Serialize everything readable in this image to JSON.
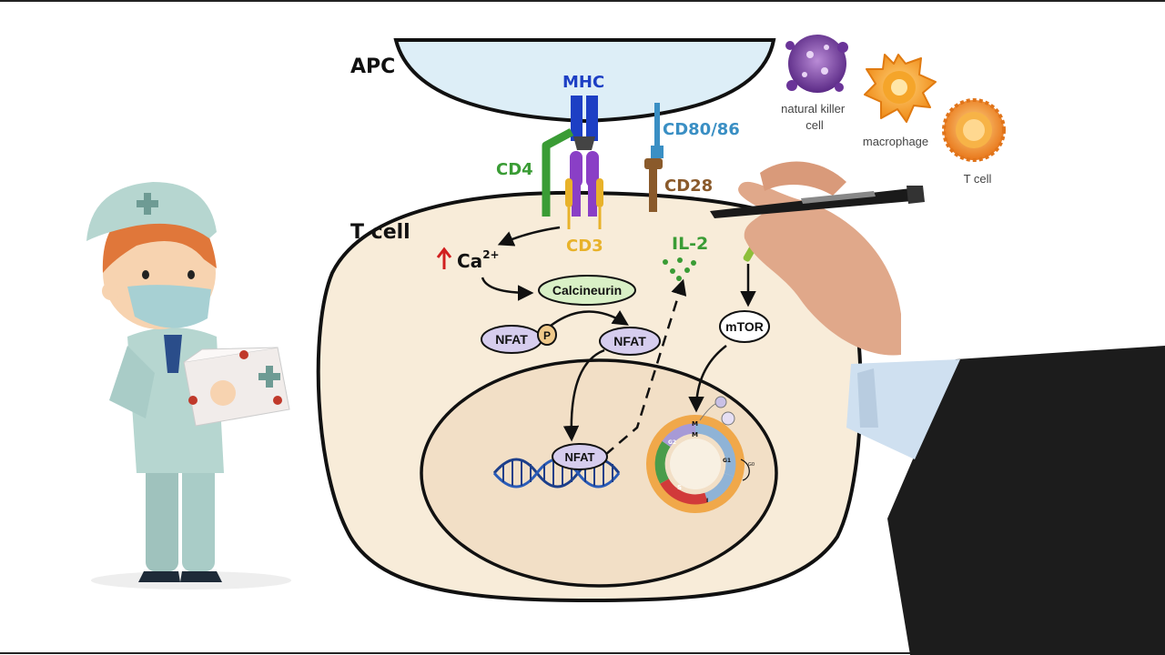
{
  "labels": {
    "apc": "APC",
    "t_cell": "T cell",
    "mhc": "MHC",
    "cd80_86": "CD80/86",
    "cd4": "CD4",
    "cd28": "CD28",
    "cd3": "CD3",
    "il2": "IL-2",
    "ca": "Ca",
    "ca_charge": "2+",
    "calcineurin": "Calcineurin",
    "nfat_p": "NFAT",
    "p": "P",
    "nfat_active": "NFAT",
    "nfat_nucleus": "NFAT",
    "mtor": "mTOR"
  },
  "cell_cycle": {
    "phases": [
      "M",
      "M",
      "G1",
      "G2",
      "S",
      "G0",
      "I"
    ]
  },
  "legend": {
    "nk_cell": [
      "natural killer",
      "cell"
    ],
    "macrophage": "macrophage",
    "t_cell": "T cell"
  },
  "colors": {
    "apc_fill": "#ddeef7",
    "cell_fill": "#f8ecd9",
    "nucleus_fill": "#f2dfc6",
    "mhc": "#1d3fc4",
    "cd4": "#3a9c35",
    "cd3": "#e8b22a",
    "cd28": "#8a5a2b",
    "cd80": "#3a8fc4",
    "il2": "#3a9c35",
    "calcineurin_fill": "#d9f0c6",
    "nfat_fill": "#d6cdee",
    "ca_arrow": "#d11f1f"
  }
}
